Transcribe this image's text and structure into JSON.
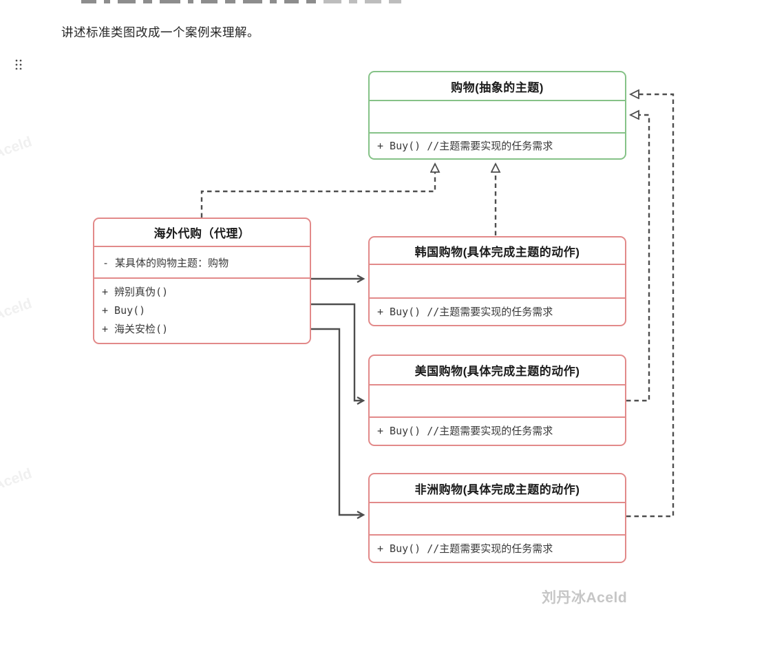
{
  "page": {
    "intro_text": "讲述标准类图改成一个案例来理解。",
    "watermark_bottom": "刘丹冰Aceld",
    "watermark_side": "Aceld"
  },
  "icons": {
    "drag_handle": "six-dot-grid"
  },
  "colors": {
    "abstract_box_border": "#85c287",
    "concrete_box_border": "#e28989",
    "connector_line": "#4d4d4d",
    "watermark_bottom": "#c6c6c6",
    "watermark_side": "#f0f0f0"
  },
  "diagram": {
    "classes": [
      {
        "id": "abstract-subject",
        "title": "购物(抽象的主题)",
        "attributes": [],
        "methods": [
          "+ Buy() //主题需要实现的任务需求"
        ]
      },
      {
        "id": "proxy",
        "title": "海外代购（代理）",
        "attributes": [
          "- 某具体的购物主题：购物"
        ],
        "methods": [
          "+ 辨别真伪()",
          "+ Buy()",
          "+ 海关安检()"
        ]
      },
      {
        "id": "korea",
        "title": "韩国购物(具体完成主题的动作)",
        "attributes": [],
        "methods": [
          "+ Buy() //主题需要实现的任务需求"
        ]
      },
      {
        "id": "usa",
        "title": "美国购物(具体完成主题的动作)",
        "attributes": [],
        "methods": [
          "+ Buy() //主题需要实现的任务需求"
        ]
      },
      {
        "id": "africa",
        "title": "非洲购物(具体完成主题的动作)",
        "attributes": [],
        "methods": [
          "+ Buy() //主题需要实现的任务需求"
        ]
      }
    ],
    "relations": [
      {
        "from": "proxy",
        "to": "abstract-subject",
        "type": "dashed-realization"
      },
      {
        "from": "korea",
        "to": "abstract-subject",
        "type": "dashed-realization"
      },
      {
        "from": "usa",
        "to": "abstract-subject",
        "type": "dashed-realization"
      },
      {
        "from": "africa",
        "to": "abstract-subject",
        "type": "dashed-realization"
      },
      {
        "from": "proxy",
        "to": "korea",
        "type": "solid-arrow"
      },
      {
        "from": "proxy",
        "to": "usa",
        "type": "solid-arrow"
      },
      {
        "from": "proxy",
        "to": "africa",
        "type": "solid-arrow"
      }
    ]
  }
}
